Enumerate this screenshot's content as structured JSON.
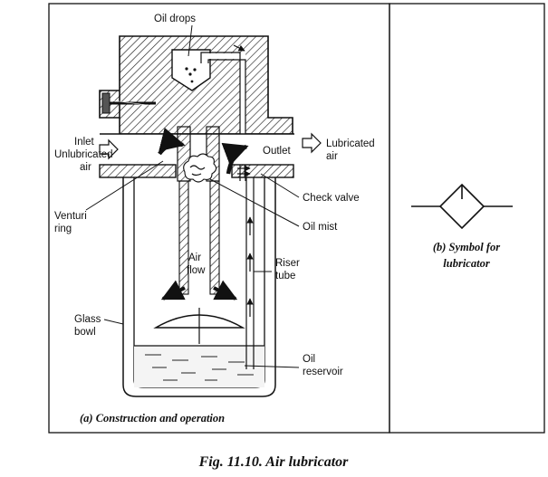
{
  "panel_a": {
    "labels": {
      "oil_drops": "Oil drops",
      "inlet": "Inlet",
      "unlubricated_air_1": "Unlubricated",
      "unlubricated_air_2": "air",
      "outlet": "Outlet",
      "lubricated_air_1": "Lubricated",
      "lubricated_air_2": "air",
      "check_valve": "Check valve",
      "venturi_ring_1": "Venturi",
      "venturi_ring_2": "ring",
      "oil_mist": "Oil mist",
      "air_flow_1": "Air",
      "air_flow_2": "flow",
      "riser_tube_1": "Riser",
      "riser_tube_2": "tube",
      "glass_bowl_1": "Glass",
      "glass_bowl_2": "bowl",
      "oil_reservoir_1": "Oil",
      "oil_reservoir_2": "reservoir"
    },
    "caption": "(a) Construction and operation"
  },
  "panel_b": {
    "caption_1": "(b) Symbol for",
    "caption_2": "lubricator"
  },
  "figure_caption": "Fig. 11.10. Air lubricator"
}
